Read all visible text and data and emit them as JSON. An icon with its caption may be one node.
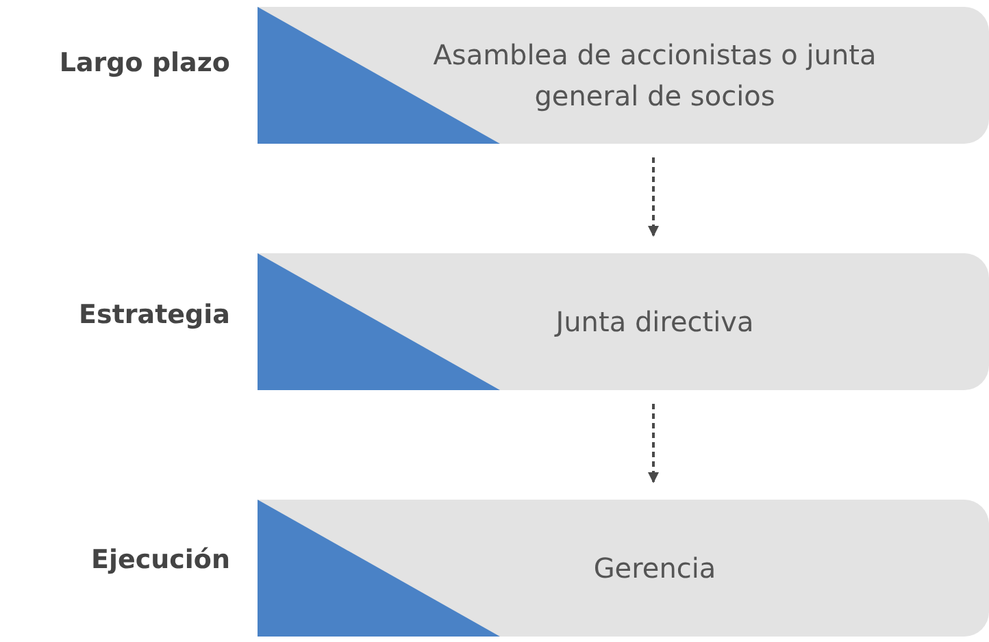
{
  "diagram": {
    "nodes": [
      {
        "text": [
          "Asamblea de accionistas o junta general de socios"
        ],
        "beside": [
          "Largo plazo"
        ]
      },
      {
        "text": [
          "Junta directiva"
        ],
        "beside": [
          "Estrategia"
        ]
      },
      {
        "text": [
          "Gerencia"
        ],
        "beside": [
          "Ejecución"
        ]
      }
    ],
    "edges": [
      {
        "from": 0,
        "to": 1,
        "arrow": "to",
        "style": "dashed"
      },
      {
        "from": 1,
        "to": 2,
        "arrow": "to",
        "style": "dashed"
      }
    ]
  }
}
